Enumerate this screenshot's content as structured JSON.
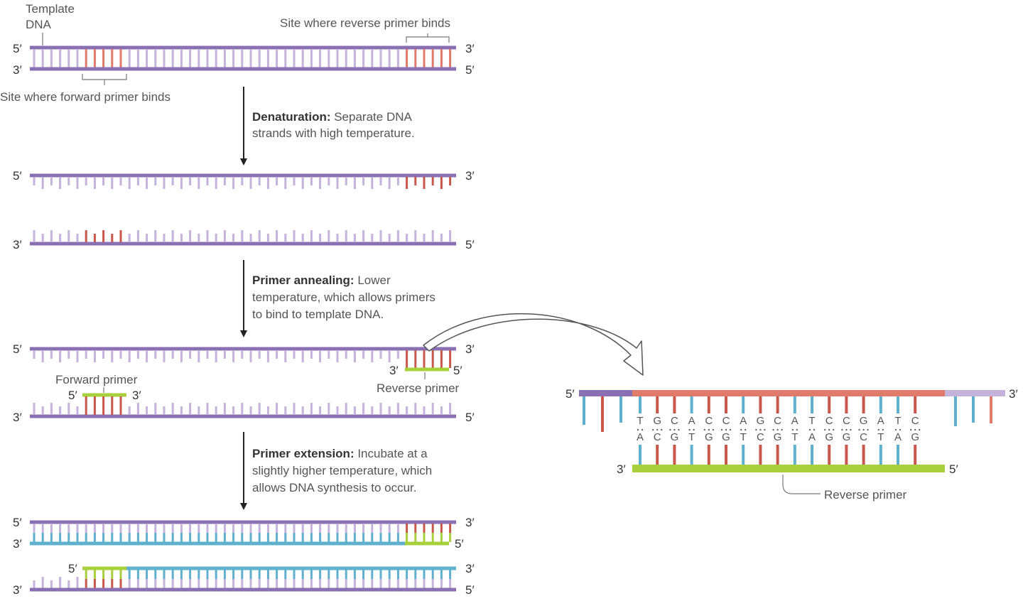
{
  "colors": {
    "template": "#8b6fb3",
    "template_light": "#c5b3dc",
    "primer_site": "#e07a6a",
    "primer_site_dark": "#c8584c",
    "primer": "#a8cf3c",
    "new_strand": "#5fb0cf",
    "text": "#555555",
    "arrow": "#222222"
  },
  "labels": {
    "template_dna_1": "Template",
    "template_dna_2": "DNA",
    "reverse_site": "Site where reverse primer binds",
    "forward_site": "Site where forward primer binds",
    "forward_primer": "Forward primer",
    "reverse_primer": "Reverse primer",
    "reverse_primer_zoom": "Reverse primer"
  },
  "ends": {
    "five": "5′",
    "three": "3′"
  },
  "steps": [
    {
      "title": "Denaturation:",
      "desc": [
        " Separate DNA",
        "strands with high temperature."
      ]
    },
    {
      "title": "Primer annealing:",
      "desc": [
        " Lower",
        "temperature, which allows primers",
        "to bind to template DNA."
      ]
    },
    {
      "title": "Primer extension:",
      "desc": [
        " Incubate at a",
        "slightly higher temperature, which",
        "allows DNA synthesis to occur."
      ]
    }
  ],
  "zoom": {
    "top_bases": [
      "T",
      "G",
      "C",
      "A",
      "C",
      "C",
      "A",
      "G",
      "C",
      "A",
      "T",
      "C",
      "C",
      "G",
      "A",
      "T",
      "C"
    ],
    "bottom_bases": [
      "A",
      "C",
      "G",
      "T",
      "G",
      "G",
      "T",
      "C",
      "G",
      "T",
      "A",
      "G",
      "G",
      "C",
      "T",
      "A",
      "G"
    ]
  }
}
